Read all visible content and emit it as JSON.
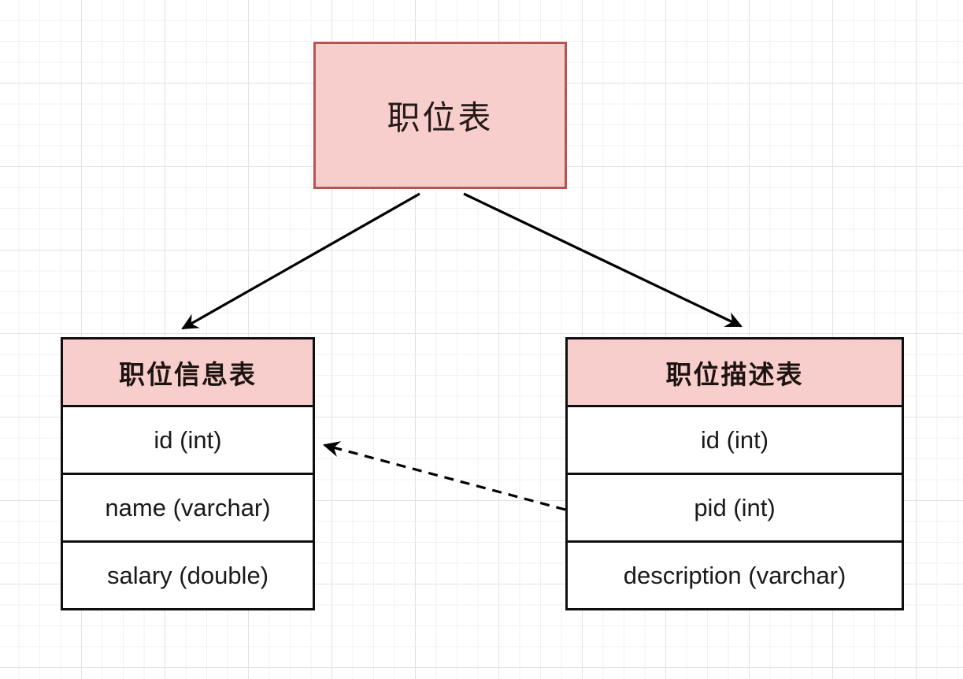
{
  "diagram": {
    "root_node": {
      "label": "职位表"
    },
    "tables": [
      {
        "title": "职位信息表",
        "rows": [
          "id (int)",
          "name (varchar)",
          "salary (double)"
        ]
      },
      {
        "title": "职位描述表",
        "rows": [
          "id (int)",
          "pid (int)",
          "description (varchar)"
        ]
      }
    ],
    "edges": [
      {
        "from": "职位表",
        "to": "职位信息表",
        "style": "solid-arrow"
      },
      {
        "from": "职位表",
        "to": "职位描述表",
        "style": "solid-arrow"
      },
      {
        "from": "职位描述表.pid (int)",
        "to": "职位信息表.id (int)",
        "style": "dashed-arrow"
      }
    ],
    "colors": {
      "node_fill": "#f8cecc",
      "node_stroke": "#b85450",
      "table_border": "#0f0f0f",
      "arrow": "#000000",
      "grid_minor": "#f1f1f1",
      "grid_major": "#e2e2e2"
    }
  }
}
